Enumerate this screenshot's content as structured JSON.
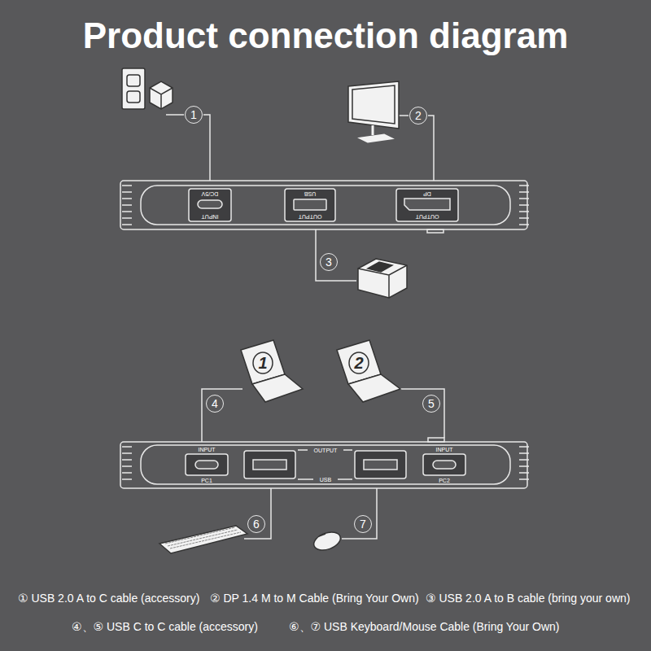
{
  "diagram": {
    "title": "Product connection diagram",
    "labels": [
      "DC/5V",
      "INPUT",
      "USB",
      "OUTPUT",
      "DP",
      "OUTPUT",
      "1",
      "2",
      "3",
      "4",
      "5",
      "6",
      "7",
      "1",
      "2",
      "INPUT",
      "PC1",
      "OUTPUT",
      "USB",
      "INPUT",
      "PC2",
      "① USB 2.0 A to C cable (accessory)",
      "② DP 1.4 M to M Cable (Bring Your Own)",
      "③ USB 2.0 A to B cable (bring your own)",
      "④、⑤ USB C to C cable (accessory)",
      "⑥、⑦ USB Keyboard/Mouse Cable (Bring Your Own)"
    ]
  }
}
